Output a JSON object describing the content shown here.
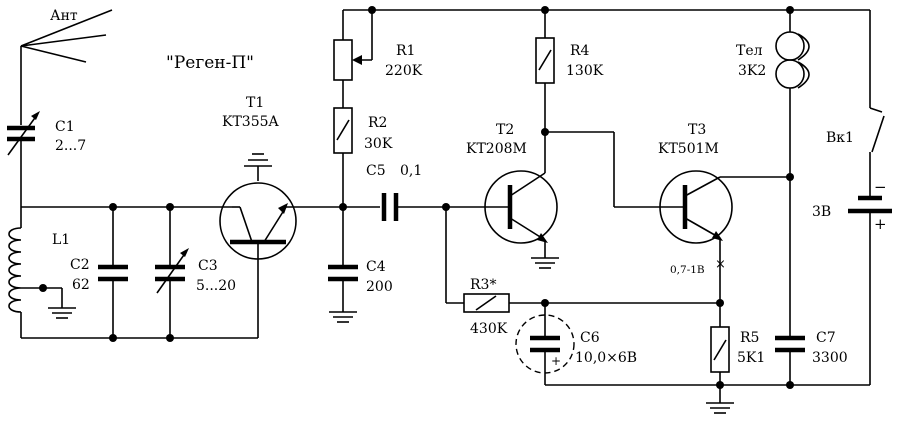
{
  "title": "\"Реген-П\"",
  "antenna": {
    "label": "Ант"
  },
  "components": {
    "C1": {
      "ref": "C1",
      "value": "2...7"
    },
    "L1": {
      "ref": "L1"
    },
    "C2": {
      "ref": "C2",
      "value": "62"
    },
    "C3": {
      "ref": "C3",
      "value": "5...20"
    },
    "T1": {
      "ref": "T1",
      "value": "KT355A"
    },
    "R1": {
      "ref": "R1",
      "value": "220K"
    },
    "R2": {
      "ref": "R2",
      "value": "30K"
    },
    "C4": {
      "ref": "C4",
      "value": "200"
    },
    "C5": {
      "ref": "C5",
      "value": "0,1"
    },
    "R3": {
      "ref": "R3*",
      "value": "430K"
    },
    "T2": {
      "ref": "T2",
      "value": "KT208M"
    },
    "R4": {
      "ref": "R4",
      "value": "130K"
    },
    "C6": {
      "ref": "C6",
      "value": "10,0×6B"
    },
    "T3": {
      "ref": "T3",
      "value": "KT501M"
    },
    "R5": {
      "ref": "R5",
      "value": "5K1"
    },
    "C7": {
      "ref": "C7",
      "value": "3300"
    },
    "Tel": {
      "ref": "Тел",
      "value": "3K2"
    },
    "SW": {
      "ref": "Вк1"
    },
    "BAT": {
      "value": "3B",
      "minus": "−",
      "plus": "+"
    }
  },
  "annotations": {
    "t3_emitter_current": "0,7-1B",
    "break_mark": "×",
    "c6_plus": "+"
  }
}
